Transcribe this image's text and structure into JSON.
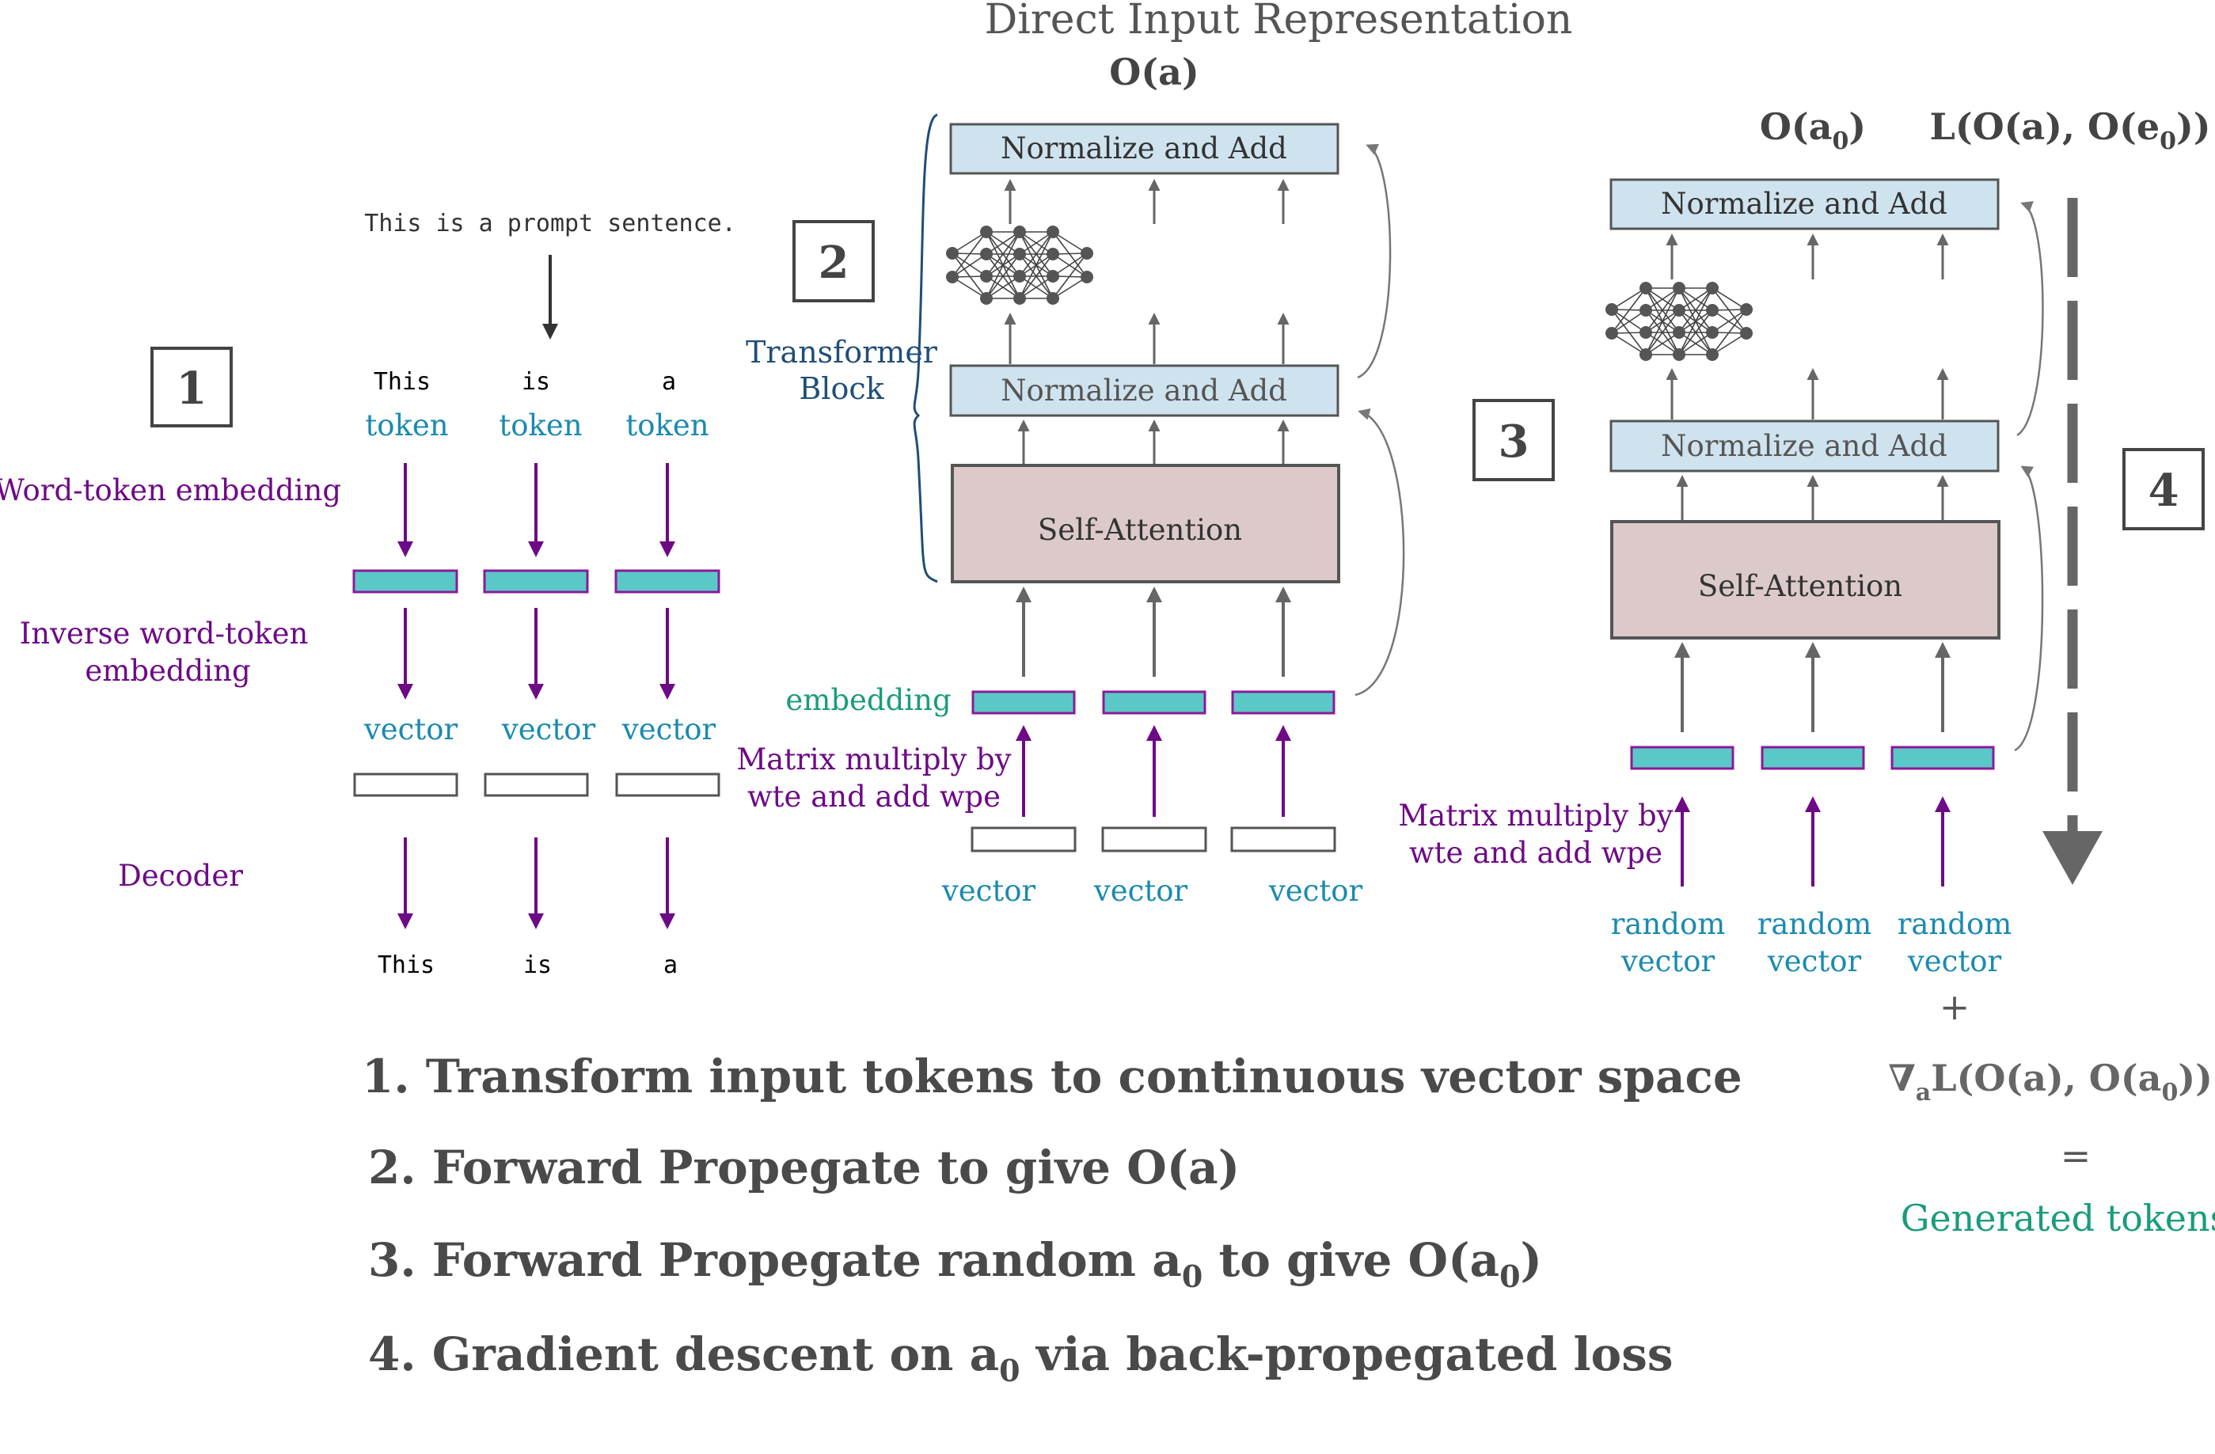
{
  "title": "Direct Input Representation",
  "stage1": {
    "number": "1",
    "prompt": "This is a prompt sentence.",
    "tokens": [
      "This",
      "is",
      "a"
    ],
    "token_label": "token",
    "vector_label": "vector",
    "outputs": [
      "This",
      "is",
      "a"
    ],
    "left_labels": {
      "wte": "Word-token embedding",
      "inverse_line1": "Inverse word-token",
      "inverse_line2": "embedding",
      "decoder": "Decoder"
    }
  },
  "stage2": {
    "number": "2",
    "output_label": "O(a)",
    "block_line1": "Transformer",
    "block_line2": "Block",
    "norm_add": "Normalize and Add",
    "self_attention": "Self-Attention",
    "embedding_label": "embedding",
    "matrix_line1": "Matrix multiply by",
    "matrix_line2": "wte and add wpe",
    "vector_label": "vector"
  },
  "stage3": {
    "number": "3",
    "output_label_base": "O(a",
    "output_label_sub": "0",
    "output_label_end": ")",
    "norm_add": "Normalize and Add",
    "self_attention": "Self-Attention",
    "matrix_line1": "Matrix multiply by",
    "matrix_line2": "wte and add wpe",
    "random_line1": "random",
    "random_line2": "vector"
  },
  "stage4": {
    "number": "4",
    "loss_base": "L(O(a), O(e",
    "loss_sub": "0",
    "loss_end": "))",
    "plus": "+",
    "grad_nabla": "∇",
    "grad_sub_a": "a",
    "grad_mid": "L(O(a), O(a",
    "grad_sub_0": "0",
    "grad_end": "))",
    "equals": "=",
    "generated": "Generated tokens"
  },
  "steps": {
    "s1": "1. Transform input tokens to continuous vector space",
    "s2": "2. Forward Propegate to give O(a)",
    "s3_pre": "3. Forward Propegate random a",
    "s3_sub1": "0",
    "s3_mid": " to give O(a",
    "s3_sub2": "0",
    "s3_end": ")",
    "s4_pre": "4. Gradient descent on a",
    "s4_sub": "0",
    "s4_end": " via back-propegated loss"
  },
  "colors": {
    "purple": "#6e0a86",
    "teal_bar": "#5bc8c8",
    "norm_box": "#cfe3ee",
    "attention_box": "#dccaca",
    "arrow_gray": "#666666"
  }
}
